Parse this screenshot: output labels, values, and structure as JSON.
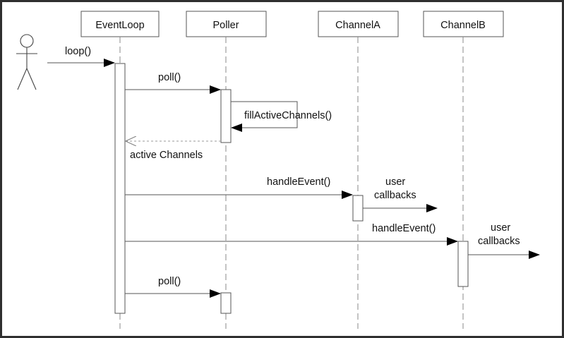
{
  "diagram": {
    "type": "sequence",
    "participants": [
      {
        "id": "eventloop",
        "label": "EventLoop"
      },
      {
        "id": "poller",
        "label": "Poller"
      },
      {
        "id": "channela",
        "label": "ChannelA"
      },
      {
        "id": "channelb",
        "label": "ChannelB"
      }
    ],
    "actor": {
      "label": ""
    },
    "messages": [
      {
        "from": "actor",
        "to": "eventloop",
        "label": "loop()",
        "kind": "sync"
      },
      {
        "from": "eventloop",
        "to": "poller",
        "label": "poll()",
        "kind": "sync"
      },
      {
        "from": "poller",
        "to": "poller",
        "label": "fillActiveChannels()",
        "kind": "self"
      },
      {
        "from": "poller",
        "to": "eventloop",
        "label": "active Channels",
        "kind": "return"
      },
      {
        "from": "eventloop",
        "to": "channela",
        "label": "handleEvent()",
        "kind": "sync"
      },
      {
        "from": "channela",
        "to": "out",
        "label_line1": "user",
        "label_line2": "callbacks",
        "kind": "sync"
      },
      {
        "from": "eventloop",
        "to": "channelb",
        "label": "handleEvent()",
        "kind": "sync"
      },
      {
        "from": "channelb",
        "to": "out",
        "label_line1": "user",
        "label_line2": "callbacks",
        "kind": "sync"
      },
      {
        "from": "eventloop",
        "to": "poller",
        "label": "poll()",
        "kind": "sync"
      }
    ]
  }
}
